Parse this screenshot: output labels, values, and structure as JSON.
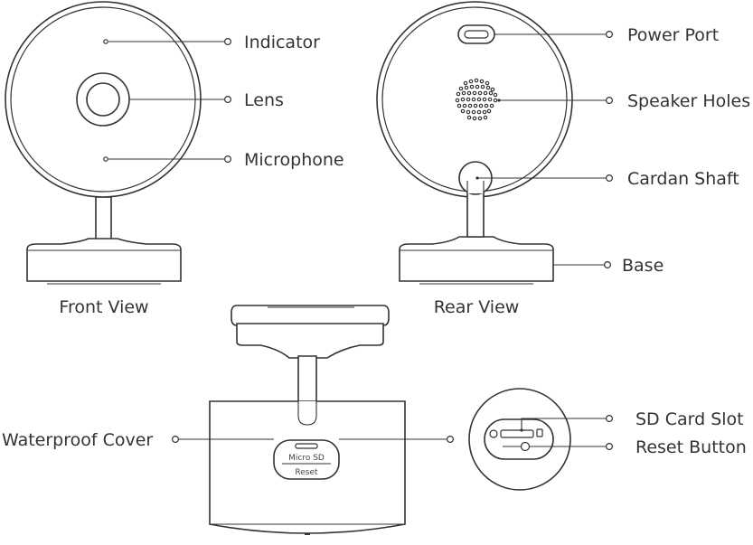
{
  "labels": {
    "indicator": "Indicator",
    "lens": "Lens",
    "microphone": "Microphone",
    "power_port": "Power Port",
    "speaker_holes": "Speaker Holes",
    "cardan_shaft": "Cardan Shaft",
    "base": "Base",
    "waterproof_cover": "Waterproof Cover",
    "sd_card_slot": "SD Card Slot",
    "reset_button": "Reset Button"
  },
  "captions": {
    "front_view": "Front View",
    "rear_view": "Rear View"
  },
  "cover_text": {
    "micro_sd": "Micro SD",
    "reset": "Reset"
  },
  "colors": {
    "line": "#333333",
    "background": "#ffffff"
  }
}
